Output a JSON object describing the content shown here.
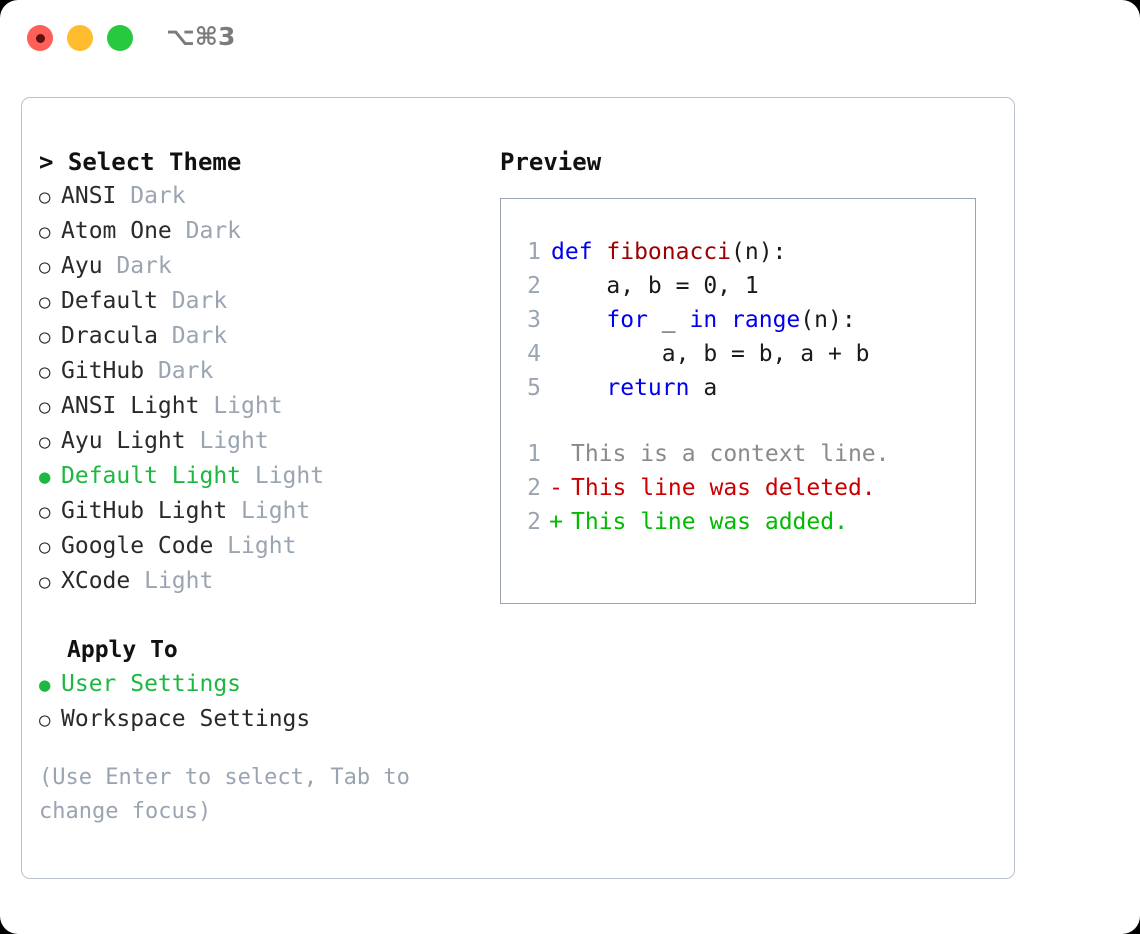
{
  "titlebar": {
    "shortcut": "⌥⌘3",
    "buttons": [
      {
        "name": "close",
        "color": "#ff5f56"
      },
      {
        "name": "minimize",
        "color": "#ffbd2e"
      },
      {
        "name": "maximize",
        "color": "#27c93f"
      }
    ]
  },
  "theme_picker": {
    "header": "> Select Theme",
    "radio_unselected": "○",
    "radio_selected": "●",
    "items": [
      {
        "label": "ANSI",
        "suffix": "Dark",
        "selected": false
      },
      {
        "label": "Atom One",
        "suffix": "Dark",
        "selected": false
      },
      {
        "label": "Ayu",
        "suffix": "Dark",
        "selected": false
      },
      {
        "label": "Default",
        "suffix": "Dark",
        "selected": false
      },
      {
        "label": "Dracula",
        "suffix": "Dark",
        "selected": false
      },
      {
        "label": "GitHub",
        "suffix": "Dark",
        "selected": false
      },
      {
        "label": "ANSI Light",
        "suffix": "Light",
        "selected": false
      },
      {
        "label": "Ayu Light",
        "suffix": "Light",
        "selected": false
      },
      {
        "label": "Default Light",
        "suffix": "Light",
        "selected": true
      },
      {
        "label": "GitHub Light",
        "suffix": "Light",
        "selected": false
      },
      {
        "label": "Google Code",
        "suffix": "Light",
        "selected": false
      },
      {
        "label": "XCode",
        "suffix": "Light",
        "selected": false
      }
    ]
  },
  "apply_to": {
    "header": "Apply To",
    "items": [
      {
        "label": "User Settings",
        "selected": true
      },
      {
        "label": "Workspace Settings",
        "selected": false
      }
    ]
  },
  "hint": "(Use Enter to select, Tab to change focus)",
  "preview": {
    "header": "Preview",
    "code_lines": [
      {
        "no": "1",
        "tokens": [
          {
            "t": "def ",
            "c": "kw"
          },
          {
            "t": "fibonacci",
            "c": "fn"
          },
          {
            "t": "(n):",
            "c": "plain"
          }
        ]
      },
      {
        "no": "2",
        "tokens": [
          {
            "t": "    a, b = 0, 1",
            "c": "plain"
          }
        ]
      },
      {
        "no": "3",
        "tokens": [
          {
            "t": "    ",
            "c": "plain"
          },
          {
            "t": "for",
            "c": "kw"
          },
          {
            "t": " _ ",
            "c": "plain"
          },
          {
            "t": "in",
            "c": "kw"
          },
          {
            "t": " ",
            "c": "plain"
          },
          {
            "t": "range",
            "c": "kw"
          },
          {
            "t": "(n):",
            "c": "plain"
          }
        ]
      },
      {
        "no": "4",
        "tokens": [
          {
            "t": "        a, b = b, a + b",
            "c": "plain"
          }
        ]
      },
      {
        "no": "5",
        "tokens": [
          {
            "t": "    ",
            "c": "plain"
          },
          {
            "t": "return",
            "c": "kw"
          },
          {
            "t": " a",
            "c": "plain"
          }
        ]
      }
    ],
    "diff_lines": [
      {
        "no": "1",
        "sign": " ",
        "text": "This is a context line.",
        "kind": "ctx"
      },
      {
        "no": "2",
        "sign": "-",
        "text": "This line was deleted.",
        "kind": "del"
      },
      {
        "no": "2",
        "sign": "+",
        "text": "This line was added.",
        "kind": "add"
      }
    ]
  },
  "colors": {
    "accent_green": "#1cb841",
    "muted_gray": "#9aa5b1",
    "keyword_blue": "#0000ee",
    "function_red": "#9c0000",
    "diff_delete": "#cc0000",
    "diff_add": "#00bb00",
    "border": "#b9c2cc"
  }
}
